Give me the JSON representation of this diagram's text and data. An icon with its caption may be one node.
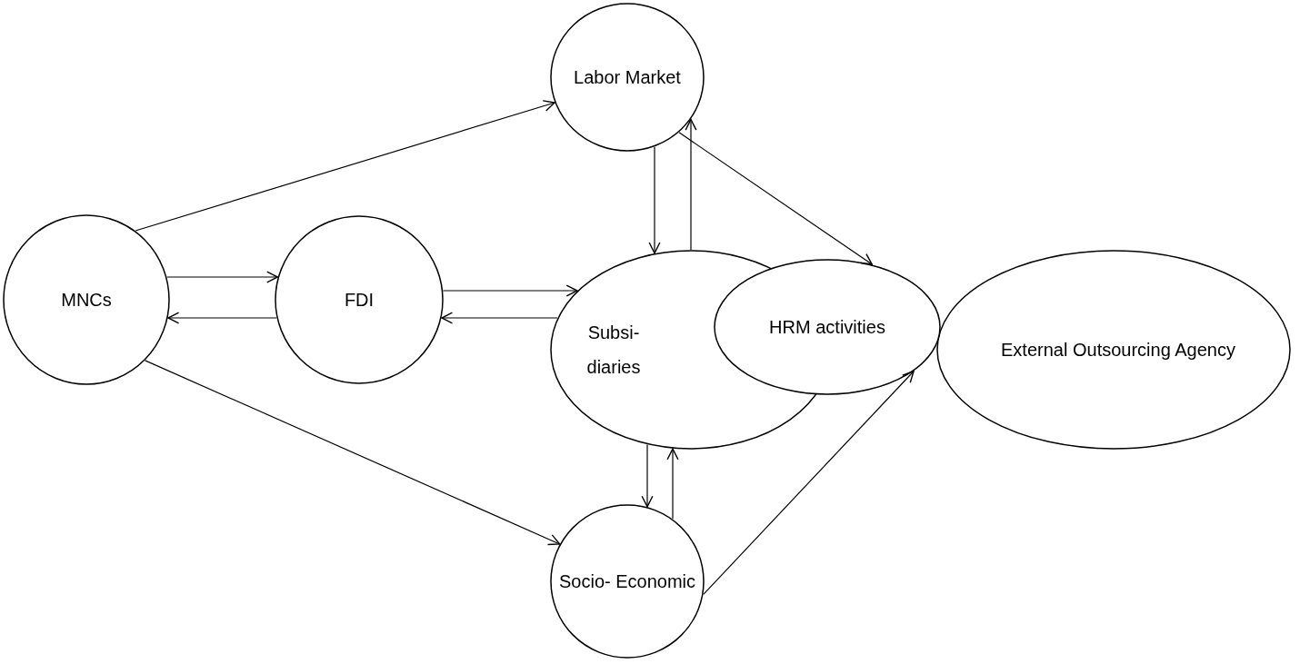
{
  "diagram": {
    "nodes": [
      {
        "text": [
          "MNCs"
        ]
      },
      {
        "text": [
          "FDI"
        ]
      },
      {
        "text": [
          "Labor Market"
        ]
      },
      {
        "text": [
          "Subsi- diaries"
        ]
      },
      {
        "text": [
          "HRM activities"
        ]
      },
      {
        "text": [
          "External Outsourcing Agency"
        ]
      },
      {
        "text": [
          "Socio- Economic"
        ]
      }
    ],
    "edges": [
      {
        "from": 0,
        "to": 2,
        "arrow": "to"
      },
      {
        "from": 0,
        "to": 1,
        "arrow": "to"
      },
      {
        "from": 1,
        "to": 0,
        "arrow": "to"
      },
      {
        "from": 1,
        "to": 3,
        "arrow": "to"
      },
      {
        "from": 3,
        "to": 1,
        "arrow": "to"
      },
      {
        "from": 2,
        "to": 3,
        "arrow": "to"
      },
      {
        "from": 3,
        "to": 2,
        "arrow": "to"
      },
      {
        "from": 2,
        "to": 4,
        "arrow": "to"
      },
      {
        "from": 0,
        "to": 6,
        "arrow": "to"
      },
      {
        "from": 3,
        "to": 6,
        "arrow": "to"
      },
      {
        "from": 6,
        "to": 3,
        "arrow": "to"
      },
      {
        "from": 6,
        "to": 4,
        "arrow": "to"
      }
    ]
  }
}
